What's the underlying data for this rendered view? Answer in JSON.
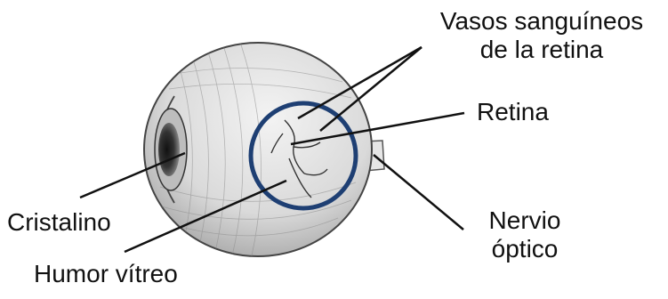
{
  "labels": {
    "vessels_line1": "Vasos sanguíneos",
    "vessels_line2": "de la retina",
    "retina": "Retina",
    "lens": "Cristalino",
    "optic_nerve_line1": "Nervio",
    "optic_nerve_line2": "óptico",
    "vitreous": "Humor vítreo"
  },
  "colors": {
    "highlight_circle": "#1e3f73",
    "label_text": "#111111",
    "leader_line": "#111111",
    "eye_shading": "#cfcfcf"
  }
}
